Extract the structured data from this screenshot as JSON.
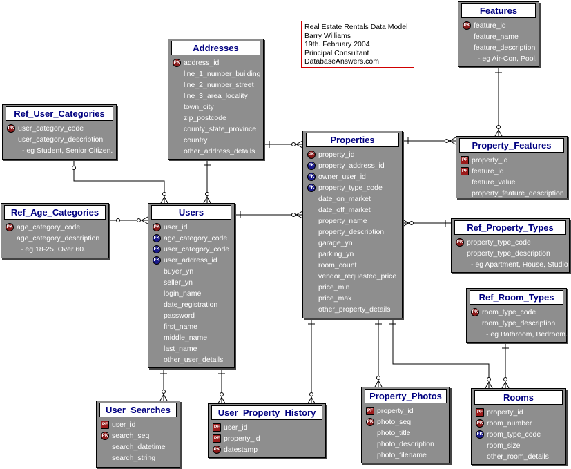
{
  "note": {
    "lines": [
      "Real Estate Rentals Data Model",
      "Barry Williams",
      "19th. February 2004",
      "Principal Consultant",
      "DatabaseAnswers.com"
    ]
  },
  "entities": {
    "features": {
      "title": "Features",
      "attrs": [
        {
          "key": "PK",
          "name": "feature_id"
        },
        {
          "key": "",
          "name": "feature_name"
        },
        {
          "key": "",
          "name": "feature_description"
        },
        {
          "key": "",
          "name": "- eg Air-Con, Pool."
        }
      ]
    },
    "addresses": {
      "title": "Addresses",
      "attrs": [
        {
          "key": "PK",
          "name": "address_id"
        },
        {
          "key": "",
          "name": "line_1_number_building"
        },
        {
          "key": "",
          "name": "line_2_number_street"
        },
        {
          "key": "",
          "name": "line_3_area_locality"
        },
        {
          "key": "",
          "name": "town_city"
        },
        {
          "key": "",
          "name": "zip_postcode"
        },
        {
          "key": "",
          "name": "county_state_province"
        },
        {
          "key": "",
          "name": "country"
        },
        {
          "key": "",
          "name": "other_address_details"
        }
      ]
    },
    "ref_user_categories": {
      "title": "Ref_User_Categories",
      "attrs": [
        {
          "key": "PK",
          "name": "user_category_code"
        },
        {
          "key": "",
          "name": "user_category_description"
        },
        {
          "key": "",
          "name": "- eg Student, Senior Citizen."
        }
      ]
    },
    "properties": {
      "title": "Properties",
      "attrs": [
        {
          "key": "PK",
          "name": "property_id"
        },
        {
          "key": "FK",
          "name": "property_address_id"
        },
        {
          "key": "FK",
          "name": "owner_user_id"
        },
        {
          "key": "FK",
          "name": "property_type_code"
        },
        {
          "key": "",
          "name": "date_on_market"
        },
        {
          "key": "",
          "name": "date_off_market"
        },
        {
          "key": "",
          "name": "property_name"
        },
        {
          "key": "",
          "name": "property_description"
        },
        {
          "key": "",
          "name": "garage_yn"
        },
        {
          "key": "",
          "name": "parking_yn"
        },
        {
          "key": "",
          "name": "room_count"
        },
        {
          "key": "",
          "name": "vendor_requested_price"
        },
        {
          "key": "",
          "name": "price_min"
        },
        {
          "key": "",
          "name": "price_max"
        },
        {
          "key": "",
          "name": "other_property_details"
        }
      ]
    },
    "property_features": {
      "title": "Property_Features",
      "attrs": [
        {
          "key": "PF",
          "name": "property_id"
        },
        {
          "key": "PF",
          "name": "feature_id"
        },
        {
          "key": "",
          "name": "feature_value"
        },
        {
          "key": "",
          "name": "property_feature_description"
        }
      ]
    },
    "ref_age_categories": {
      "title": "Ref_Age_Categories",
      "attrs": [
        {
          "key": "PK",
          "name": "age_category_code"
        },
        {
          "key": "",
          "name": "age_category_description"
        },
        {
          "key": "",
          "name": "- eg 18-25, Over 60."
        }
      ]
    },
    "users": {
      "title": "Users",
      "attrs": [
        {
          "key": "PK",
          "name": "user_id"
        },
        {
          "key": "FK",
          "name": "age_category_code"
        },
        {
          "key": "FK",
          "name": "user_category_code"
        },
        {
          "key": "FK",
          "name": "user_address_id"
        },
        {
          "key": "",
          "name": "buyer_yn"
        },
        {
          "key": "",
          "name": "seller_yn"
        },
        {
          "key": "",
          "name": "login_name"
        },
        {
          "key": "",
          "name": "date_registration"
        },
        {
          "key": "",
          "name": "password"
        },
        {
          "key": "",
          "name": "first_name"
        },
        {
          "key": "",
          "name": "middle_name"
        },
        {
          "key": "",
          "name": "last_name"
        },
        {
          "key": "",
          "name": "other_user_details"
        }
      ]
    },
    "ref_property_types": {
      "title": "Ref_Property_Types",
      "attrs": [
        {
          "key": "PK",
          "name": "property_type_code"
        },
        {
          "key": "",
          "name": "property_type_description"
        },
        {
          "key": "",
          "name": "- eg Apartment, House, Studio"
        }
      ]
    },
    "ref_room_types": {
      "title": "Ref_Room_Types",
      "attrs": [
        {
          "key": "PK",
          "name": "room_type_code"
        },
        {
          "key": "",
          "name": "room_type_description"
        },
        {
          "key": "",
          "name": "- eg Bathroom, Bedroom."
        }
      ]
    },
    "user_searches": {
      "title": "User_Searches",
      "attrs": [
        {
          "key": "PF",
          "name": "user_id"
        },
        {
          "key": "PK",
          "name": "search_seq"
        },
        {
          "key": "",
          "name": "search_datetime"
        },
        {
          "key": "",
          "name": "search_string"
        }
      ]
    },
    "user_property_history": {
      "title": "User_Property_History",
      "attrs": [
        {
          "key": "PF",
          "name": "user_id"
        },
        {
          "key": "PF",
          "name": "property_id"
        },
        {
          "key": "PK",
          "name": "datestamp"
        }
      ]
    },
    "property_photos": {
      "title": "Property_Photos",
      "attrs": [
        {
          "key": "PF",
          "name": "property_id"
        },
        {
          "key": "PK",
          "name": "photo_seq"
        },
        {
          "key": "",
          "name": "photo_title"
        },
        {
          "key": "",
          "name": "photo_description"
        },
        {
          "key": "",
          "name": "photo_filename"
        }
      ]
    },
    "rooms": {
      "title": "Rooms",
      "attrs": [
        {
          "key": "PF",
          "name": "property_id"
        },
        {
          "key": "PK",
          "name": "room_number"
        },
        {
          "key": "FK",
          "name": "room_type_code"
        },
        {
          "key": "",
          "name": "room_size"
        },
        {
          "key": "",
          "name": "other_room_details"
        }
      ]
    }
  }
}
